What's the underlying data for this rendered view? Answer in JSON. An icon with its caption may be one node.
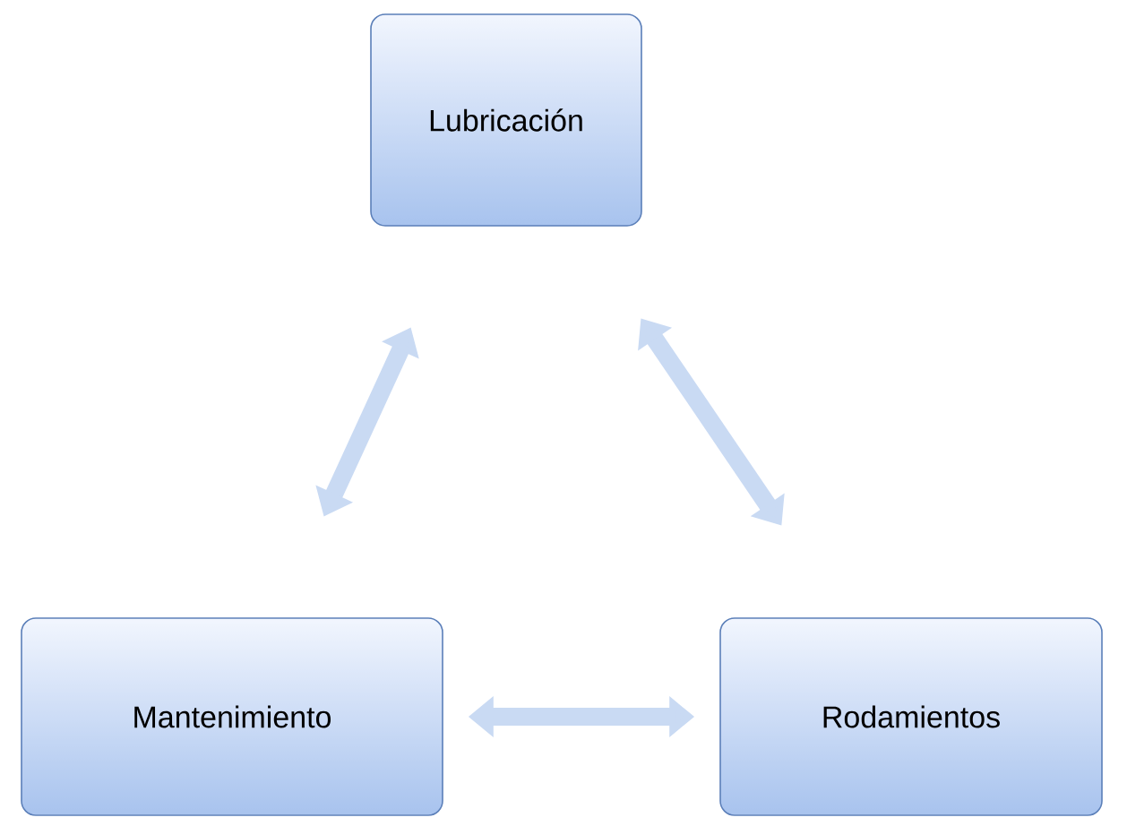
{
  "diagram": {
    "nodes": [
      {
        "text": [
          "Lubricación"
        ]
      },
      {
        "text": [
          "Mantenimiento"
        ]
      },
      {
        "text": [
          "Rodamientos"
        ]
      }
    ],
    "edges": [
      {
        "from": 0,
        "to": 1,
        "arrow": "both"
      },
      {
        "from": 0,
        "to": 2,
        "arrow": "both"
      },
      {
        "from": 1,
        "to": 2,
        "arrow": "both"
      }
    ]
  }
}
